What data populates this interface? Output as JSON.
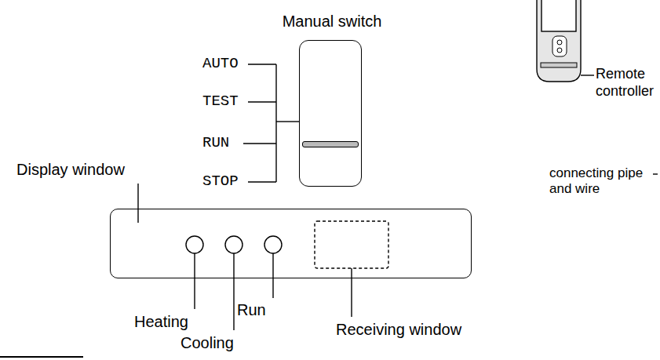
{
  "diagram": {
    "nodes": [
      {
        "text": [
          "Manual switch"
        ]
      },
      {
        "text": [
          "Display window"
        ]
      }
    ],
    "labels": [
      "AUTO",
      "TEST",
      "RUN",
      "STOP",
      "Heating",
      "Cooling",
      "Run",
      "Receiving window",
      "Remote controller",
      "connecting pipe and wire"
    ]
  }
}
